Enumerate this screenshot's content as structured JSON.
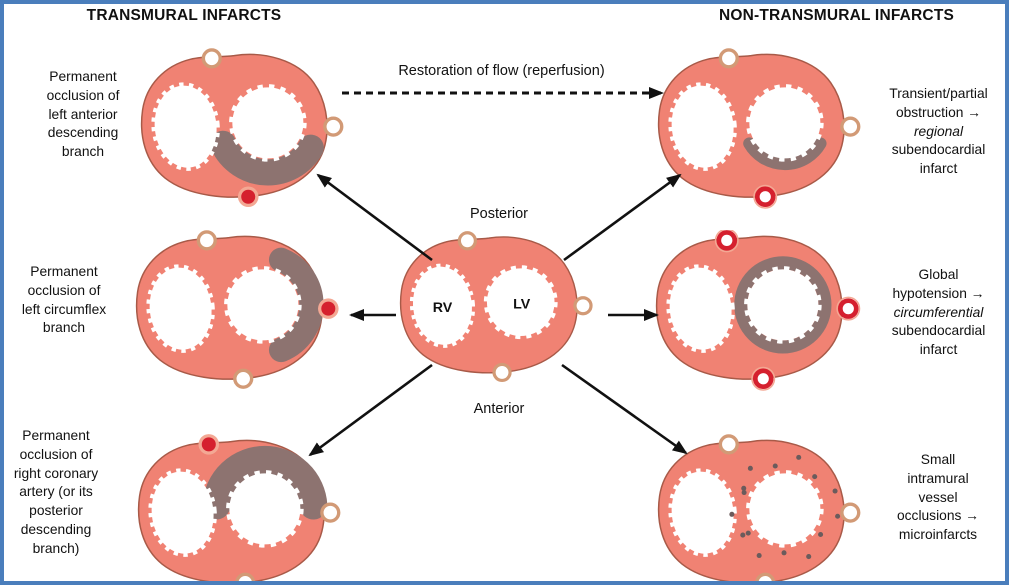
{
  "headers": {
    "left": "TRANSMURAL INFARCTS",
    "right": "NON-TRANSMURAL INFARCTS"
  },
  "reperfusion": {
    "label": "Restoration of flow (reperfusion)"
  },
  "center_annotations": {
    "posterior": "Posterior",
    "anterior": "Anterior"
  },
  "left_column": [
    {
      "id": "lad",
      "lines": [
        {
          "t": "Permanent"
        },
        {
          "t": "occlusion of"
        },
        {
          "t": "left anterior"
        },
        {
          "t": "descending"
        },
        {
          "t": "branch"
        }
      ]
    },
    {
      "id": "lcx",
      "lines": [
        {
          "t": "Permanent"
        },
        {
          "t": "occlusion of"
        },
        {
          "t": "left circumflex"
        },
        {
          "t": "branch"
        }
      ]
    },
    {
      "id": "rca",
      "lines": [
        {
          "t": "Permanent"
        },
        {
          "t": "occlusion of"
        },
        {
          "t": "right coronary"
        },
        {
          "t": "artery (or its"
        },
        {
          "t": "posterior"
        },
        {
          "t": "descending"
        },
        {
          "t": "branch)"
        }
      ]
    }
  ],
  "right_column": [
    {
      "id": "regional",
      "lines": [
        {
          "t": "Transient/partial"
        },
        {
          "t": "obstruction →"
        },
        {
          "t": "regional",
          "i": true
        },
        {
          "t": "subendocardial"
        },
        {
          "t": "infarct"
        }
      ]
    },
    {
      "id": "global",
      "lines": [
        {
          "t": "Global"
        },
        {
          "t": "hypotension →"
        },
        {
          "t": "circumferential",
          "i": true
        },
        {
          "t": "subendocardial"
        },
        {
          "t": "infarct"
        }
      ]
    },
    {
      "id": "micro",
      "lines": [
        {
          "t": "Small"
        },
        {
          "t": "intramural"
        },
        {
          "t": "vessel"
        },
        {
          "t": "occlusions →"
        },
        {
          "t": "microinfarcts"
        }
      ]
    }
  ],
  "hearts": {
    "reference": {
      "variant": "none",
      "rv_label": "RV",
      "lv_label": "LV",
      "vessels": {
        "top": "patent",
        "right": "patent",
        "bottom": "patent"
      }
    },
    "lad": {
      "variant": "anterior-transmural",
      "vessels": {
        "top": "patent",
        "right": "patent",
        "bottom": "occluded"
      }
    },
    "lcx": {
      "variant": "lateral-transmural",
      "vessels": {
        "top": "patent",
        "right": "occluded",
        "bottom": "patent"
      }
    },
    "rca": {
      "variant": "posterior-transmural",
      "vessels": {
        "top": "occluded",
        "right": "patent",
        "bottom": "patent"
      }
    },
    "regional": {
      "variant": "regional-subendocardial",
      "vessels": {
        "top": "patent",
        "right": "patent",
        "bottom": "partial"
      }
    },
    "global": {
      "variant": "circumferential-subendocardial",
      "vessels": {
        "top": "partial",
        "right": "partial",
        "bottom": "partial"
      }
    },
    "micro": {
      "variant": "microinfarcts",
      "vessels": {
        "top": "patent",
        "right": "patent",
        "bottom": "patent"
      }
    }
  },
  "colors": {
    "frame": "#4a7ebc",
    "myocardium": "#f08273",
    "myocardium_outline": "#a85a48",
    "infarct": "#8d7370",
    "microdot": "#6b5b5c",
    "occluded_vessel": "#d5202e",
    "occluded_halo": "#f3a894",
    "vessel_ring": "#d29a76",
    "arrow": "#111111"
  }
}
